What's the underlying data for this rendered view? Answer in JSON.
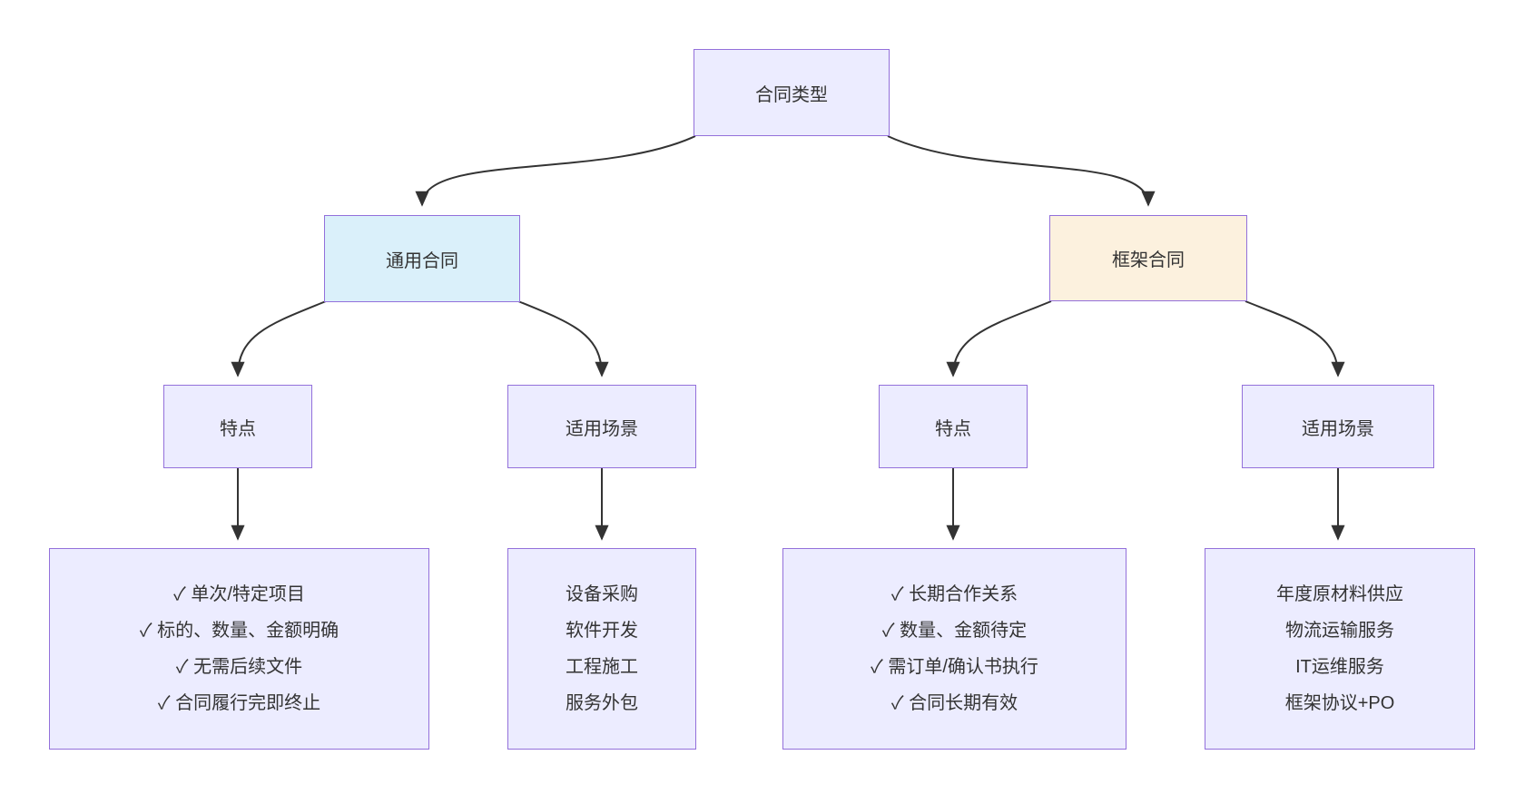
{
  "diagram": {
    "root_label": "合同类型",
    "branches": [
      {
        "label": "通用合同",
        "fill": "#DAF0FA",
        "features_title": "特点",
        "scenarios_title": "适用场景",
        "features": [
          "✓ 单次/特定项目",
          "✓ 标的、数量、金额明确",
          "✓ 无需后续文件",
          "✓ 合同履行完即终止"
        ],
        "scenarios": [
          "设备采购",
          "软件开发",
          "工程施工",
          "服务外包"
        ]
      },
      {
        "label": "框架合同",
        "fill": "#FCF1DE",
        "features_title": "特点",
        "scenarios_title": "适用场景",
        "features": [
          "✓ 长期合作关系",
          "✓ 数量、金额待定",
          "✓ 需订单/确认书执行",
          "✓ 合同长期有效"
        ],
        "scenarios": [
          "年度原材料供应",
          "物流运输服务",
          "IT运维服务",
          "框架协议+PO"
        ]
      }
    ],
    "colors": {
      "node_fill": "#ECECFF",
      "node_border": "#9370DB",
      "general_fill": "#DAF0FA",
      "frame_fill": "#FCF1DE",
      "edge": "#333333",
      "text": "#333333",
      "background": "#FFFFFF"
    }
  }
}
